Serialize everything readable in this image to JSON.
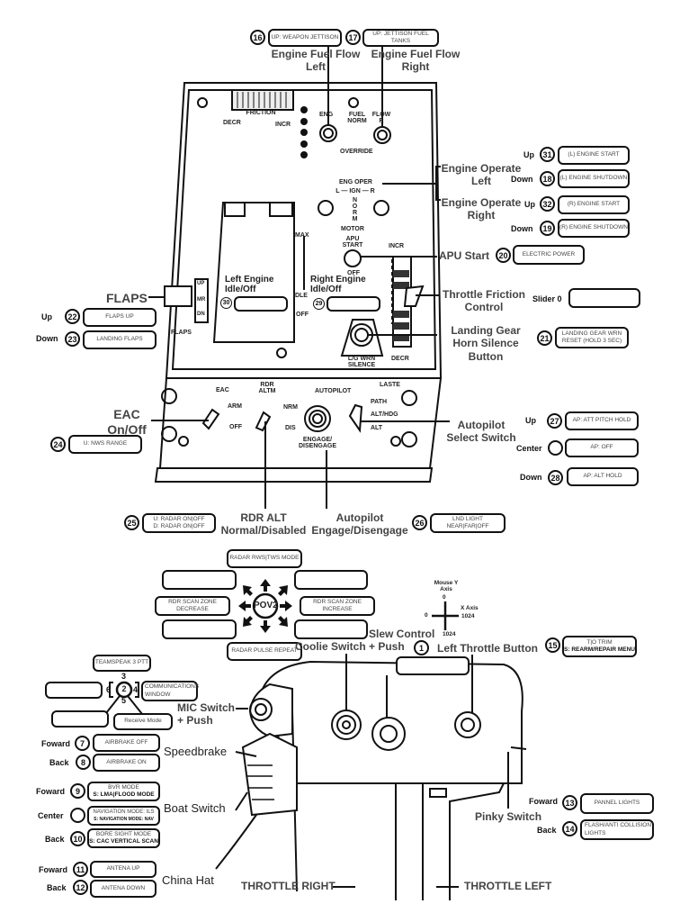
{
  "top": {
    "n16": "16",
    "weapon_jettison": "UP: WEAPON JETTISON",
    "n17": "17",
    "fuel_jettison": "UP: JETTISON FUEL TANKS",
    "fuel_flow_left": "Engine Fuel Flow Left",
    "fuel_flow_right": "Engine Fuel Flow Right"
  },
  "panel": {
    "friction": "FRICTION",
    "decr": "DECR",
    "incr": "INCR",
    "eng": "ENG",
    "fuel_norm": "FUEL NORM",
    "flow_r": "FLOW R",
    "override": "OVERRIDE",
    "eng_oper": "ENG OPER",
    "ign": "L — IGN — R",
    "norm": "NORM",
    "motor": "MOTOR",
    "max": "MAX",
    "idle": "IDLE",
    "off": "OFF",
    "apu_start": "APU START",
    "apu_off": "OFF",
    "incr2": "INCR",
    "decr2": "DECR",
    "lg_silence": "L/G WRN SILENCE",
    "flaps": "FLAPS",
    "up": "UP",
    "mr": "MR",
    "dn": "DN",
    "left_engine": "Left Engine Idle/Off",
    "n30": "30",
    "right_engine": "Right Engine Idle/Off",
    "n29": "29",
    "eac": "EAC",
    "arm": "ARM",
    "eac_off": "OFF",
    "rdr_altm": "RDR ALTM",
    "nrm": "NRM",
    "dis": "DIS",
    "autopilot": "AUTOPILOT",
    "engage": "ENGAGE/ DISENGAGE",
    "laste": "LASTE",
    "path": "PATH",
    "alt_hdg": "ALT/HDG",
    "alt": "ALT"
  },
  "right": {
    "engine_operate_left": "Engine Operate Left",
    "engine_operate_right": "Engine Operate Right",
    "up": "Up",
    "down": "Down",
    "n31": "31",
    "l_start": "(L) ENGINE START",
    "n18": "18",
    "l_shutdown": "(L) ENGINE SHUTDOWN",
    "n32": "32",
    "r_start": "(R) ENGINE START",
    "n19": "19",
    "r_shutdown": "(R) ENGINE SHUTDOWN",
    "apu_start": "APU Start",
    "n20": "20",
    "electric": "ELECTRIC POWER",
    "throttle_friction": "Throttle Friction Control",
    "slider": "Slider 0",
    "lg_horn": "Landing Gear Horn Silence Button",
    "n21": "21",
    "lg_reset": "LANDING GEAR WRN RESET (HOLD 3 SEC)"
  },
  "left": {
    "flaps": "FLAPS",
    "up": "Up",
    "n22": "22",
    "flaps_up": "FLAPS UP",
    "down": "Down",
    "n23": "23",
    "landing_flaps": "LANDING FLAPS",
    "eac": "EAC On/Off",
    "n24": "24",
    "nws": "U: NWS RANGE"
  },
  "autopilot_sel": {
    "label": "Autopilot Select Switch",
    "up": "Up",
    "n27": "27",
    "att": "AP: ATT PITCH HOLD",
    "center": "Center",
    "off": "AP: OFF",
    "down": "Down",
    "n28": "28",
    "alt": "AP: ALT HOLD"
  },
  "bottom_panel": {
    "n25": "25",
    "radar1": "U: RADAR ON|OFF",
    "radar2": "D: RADAR ON|OFF",
    "rdr_alt": "RDR ALT Normal/Disabled",
    "ap_engage": "Autopilot Engage/Disengage",
    "n26": "26",
    "lnd_light": "LND LIGHT NEAR|FAR|OFF"
  },
  "pov": {
    "center": "POV2",
    "up": "RADAR RWS|TWS MODE",
    "left": "RDR SCAN ZONE DECREASE",
    "right": "RDR SCAN ZONE INCREASE",
    "down": "RADAR PULSE REPEAT",
    "up_left": "",
    "up_right": "",
    "down_left": "",
    "down_right": ""
  },
  "mouse": {
    "title": "Mouse Y Axis",
    "y0": "0",
    "x0": "0",
    "xaxis": "X Axis",
    "x1024": "1024",
    "y1024": "1024"
  },
  "throttle": {
    "coolie": "Coolie Switch",
    "slew": "Slew Control + Push",
    "n1": "1",
    "slew_box": "",
    "left_btn": "Left Throttle Button",
    "n15": "15",
    "to_trim": "T|O TRIM",
    "rearm": "S: REARM/REPAIR MENU",
    "teamspeak": "TEAMSPEAK 3 PTT",
    "n2": "2",
    "c3": "3",
    "c4": "4",
    "c5": "5",
    "c6": "6",
    "comms": "COMMUNICATIONS WINDOW",
    "receive": "Receive Mode",
    "box6": "",
    "box5": "",
    "mic": "MIC Switch + Push",
    "foward": "Foward",
    "back": "Back",
    "center": "Center",
    "n7": "7",
    "airbrake_off": "AIRBRAKE OFF",
    "n8": "8",
    "airbrake_on": "AIRBRAKE ON",
    "speedbrake": "Speedbrake",
    "n9": "9",
    "bvr": "BVR MODE",
    "lma": "S: LMA|FLOOD MODE",
    "nav": "NAVIGATION MODE: ILS",
    "nav2": "S: NAVIGATION MODE: NAV",
    "n10": "10",
    "bore": "BORE SIGHT MODE",
    "cac": "S: CAC VERTICAL SCAN",
    "boat": "Boat Switch",
    "n11": "11",
    "antena_up": "ANTENA UP",
    "n12": "12",
    "antena_down": "ANTENA DOWN",
    "china": "China Hat",
    "throttle_right": "THROTTLE RIGHT",
    "throttle_left": "THROTTLE LEFT",
    "pinky": "Pinky Switch",
    "n13": "13",
    "pannel": "PANNEL LIGHTS",
    "n14": "14",
    "flash": "FLASH/ANTI COLLISION LIGHTS"
  }
}
